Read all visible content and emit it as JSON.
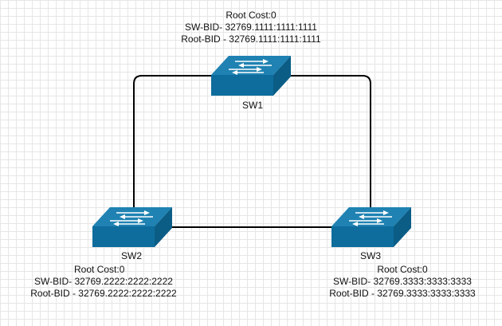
{
  "colors": {
    "switch_top": "#1f82b2",
    "switch_front": "#0e6d9c",
    "switch_side": "#0b5d85",
    "arrow": "#ffffff",
    "link": "#000000"
  },
  "switches": [
    {
      "id": "sw1",
      "name": "SW1",
      "root_cost": "Root Cost:0",
      "sw_bid": "SW-BID- 32769.1111:1111:1111",
      "root_bid": "Root-BID - 32769.1111:1111:1111"
    },
    {
      "id": "sw2",
      "name": "SW2",
      "root_cost": "Root Cost:0",
      "sw_bid": "SW-BID- 32769.2222:2222:2222",
      "root_bid": "Root-BID - 32769.2222:2222:2222"
    },
    {
      "id": "sw3",
      "name": "SW3",
      "root_cost": "Root Cost:0",
      "sw_bid": "SW-BID- 32769.3333:3333:3333",
      "root_bid": "Root-BID - 32769.3333:3333:3333"
    }
  ],
  "links": [
    {
      "from": "sw1",
      "to": "sw2"
    },
    {
      "from": "sw1",
      "to": "sw3"
    },
    {
      "from": "sw2",
      "to": "sw3"
    }
  ]
}
